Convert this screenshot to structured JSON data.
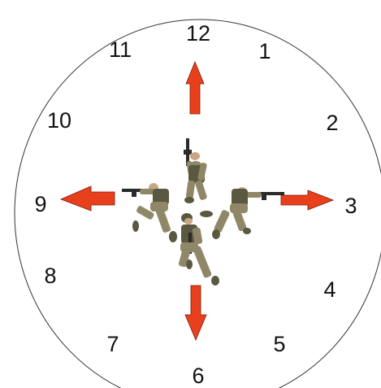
{
  "clock": {
    "hour_labels": [
      "12",
      "1",
      "2",
      "3",
      "4",
      "5",
      "6",
      "7",
      "8",
      "9",
      "10",
      "11"
    ],
    "arrow_color": "#e8401c",
    "arrow_outline": "#7a1a08",
    "face_stroke": "#333333",
    "arrows": [
      "up",
      "right",
      "down",
      "left"
    ]
  },
  "soldiers": {
    "uniform": "#8f8767",
    "vest": "#5a5840",
    "rifle": "#2a2a2a",
    "skin": "#c9a583"
  }
}
